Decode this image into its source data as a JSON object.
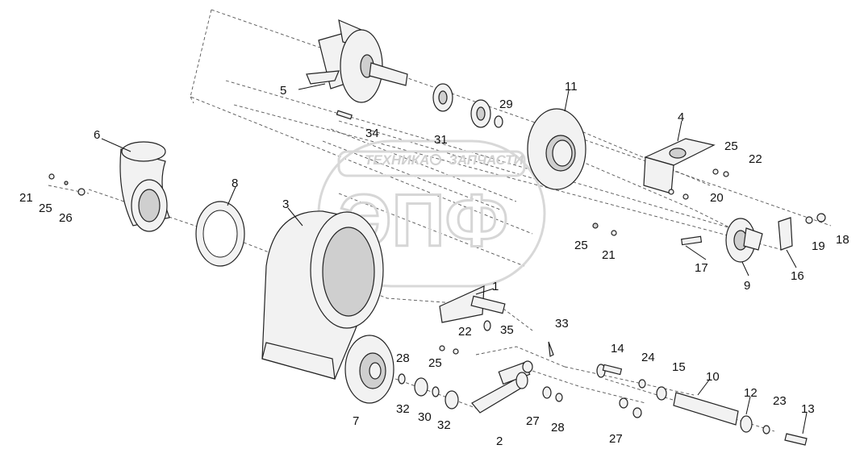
{
  "watermark": {
    "line1_left": "ТЕХНИКА",
    "line1_right": "ЗАПЧАСТИ",
    "big": "ЭПФ"
  },
  "labels": [
    {
      "id": "p1",
      "text": "1"
    },
    {
      "id": "p2",
      "text": "2"
    },
    {
      "id": "p3",
      "text": "3"
    },
    {
      "id": "p4",
      "text": "4"
    },
    {
      "id": "p5",
      "text": "5"
    },
    {
      "id": "p6",
      "text": "6"
    },
    {
      "id": "p7",
      "text": "7"
    },
    {
      "id": "p8",
      "text": "8"
    },
    {
      "id": "p9",
      "text": "9"
    },
    {
      "id": "p10",
      "text": "10"
    },
    {
      "id": "p11",
      "text": "11"
    },
    {
      "id": "p12",
      "text": "12"
    },
    {
      "id": "p13",
      "text": "13"
    },
    {
      "id": "p14",
      "text": "14"
    },
    {
      "id": "p15",
      "text": "15"
    },
    {
      "id": "p16",
      "text": "16"
    },
    {
      "id": "p17",
      "text": "17"
    },
    {
      "id": "p18",
      "text": "18"
    },
    {
      "id": "p19",
      "text": "19"
    },
    {
      "id": "p20",
      "text": "20"
    },
    {
      "id": "p21a",
      "text": "21"
    },
    {
      "id": "p21b",
      "text": "21"
    },
    {
      "id": "p22a",
      "text": "22"
    },
    {
      "id": "p22b",
      "text": "22"
    },
    {
      "id": "p23",
      "text": "23"
    },
    {
      "id": "p24",
      "text": "24"
    },
    {
      "id": "p25a",
      "text": "25"
    },
    {
      "id": "p25b",
      "text": "25"
    },
    {
      "id": "p25c",
      "text": "25"
    },
    {
      "id": "p25d",
      "text": "25"
    },
    {
      "id": "p26",
      "text": "26"
    },
    {
      "id": "p27a",
      "text": "27"
    },
    {
      "id": "p27b",
      "text": "27"
    },
    {
      "id": "p28a",
      "text": "28"
    },
    {
      "id": "p28b",
      "text": "28"
    },
    {
      "id": "p29",
      "text": "29"
    },
    {
      "id": "p30",
      "text": "30"
    },
    {
      "id": "p31",
      "text": "31"
    },
    {
      "id": "p32a",
      "text": "32"
    },
    {
      "id": "p32b",
      "text": "32"
    },
    {
      "id": "p33",
      "text": "33"
    },
    {
      "id": "p34",
      "text": "34"
    },
    {
      "id": "p35",
      "text": "35"
    }
  ]
}
